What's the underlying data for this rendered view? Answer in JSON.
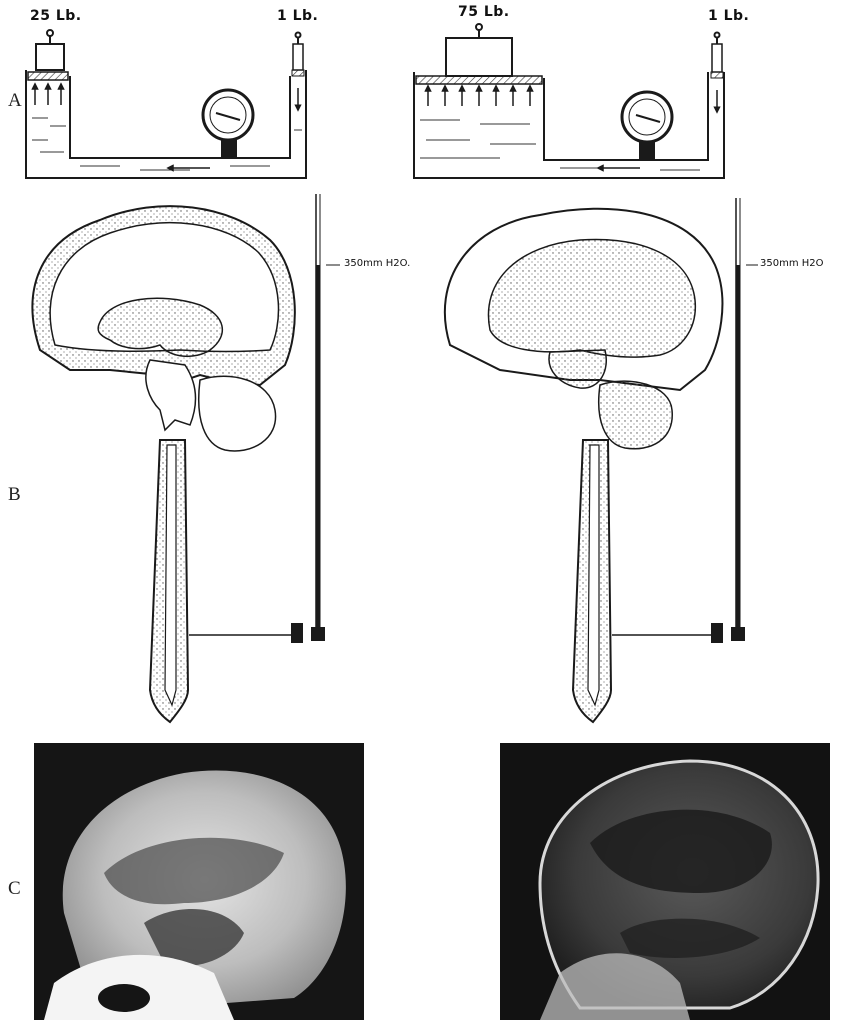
{
  "row_labels": {
    "a": "A",
    "b": "B",
    "c": "C"
  },
  "panel_a": {
    "left": {
      "piston_weight": "25 Lb.",
      "small_weight": "1 Lb."
    },
    "right": {
      "piston_weight": "75 Lb.",
      "small_weight": "1 Lb."
    }
  },
  "panel_b": {
    "left": {
      "manometer_reading": "350mm H2O."
    },
    "right": {
      "manometer_reading": "350mm H2O"
    }
  },
  "colors": {
    "ink": "#1a1a1a",
    "stipple": "#9a9a9a",
    "xray_bg": "#141414",
    "bone": "#e8e8e8"
  }
}
